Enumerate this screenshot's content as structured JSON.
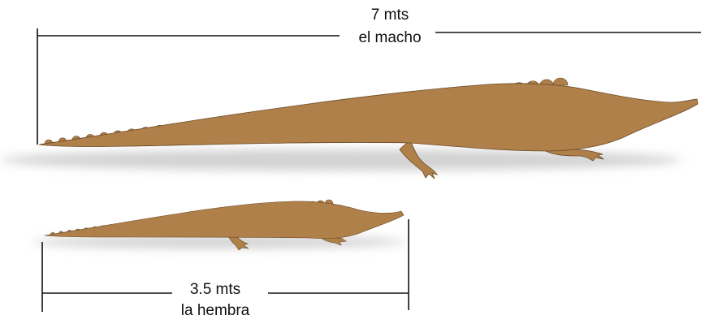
{
  "male": {
    "size_label": "7 mts",
    "sex_label": "el macho"
  },
  "female": {
    "size_label": "3.5 mts",
    "sex_label": "la hembra"
  },
  "colors": {
    "body": "#b0804a",
    "outline": "#6b4a26",
    "shadow": "#d2d2d2",
    "line": "#111111"
  }
}
